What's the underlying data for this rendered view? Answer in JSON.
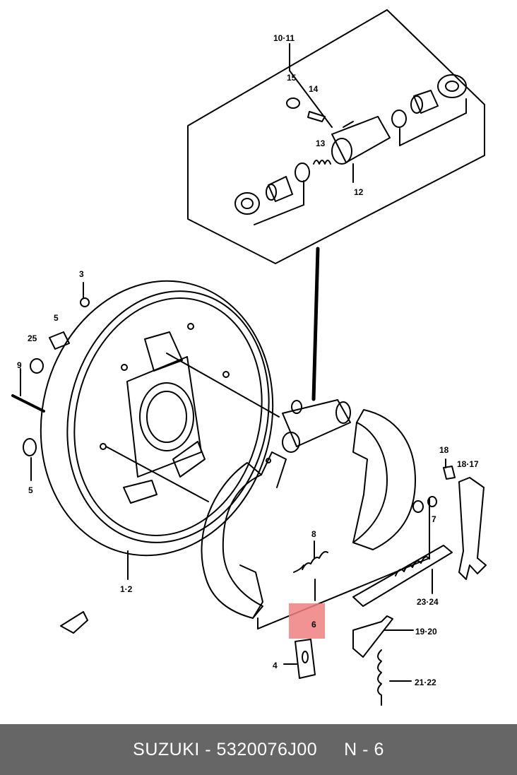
{
  "callouts": {
    "c1011": "10·11",
    "c15": "15",
    "c14": "14",
    "c13": "13",
    "c12": "12",
    "c3": "3",
    "c5a": "5",
    "c25": "25",
    "c9": "9",
    "c5b": "5",
    "c12b": "1·2",
    "c8": "8",
    "c6": "6",
    "c4": "4",
    "c7": "7",
    "c18": "18",
    "c1817": "18·17",
    "c2324": "23·24",
    "c1920": "19·20",
    "c2122": "21·22"
  },
  "highlight": {
    "part": "6",
    "color": "#f08080"
  },
  "footer": {
    "brand": "SUZUKI - 5320076J00",
    "ref": "N - 6"
  }
}
